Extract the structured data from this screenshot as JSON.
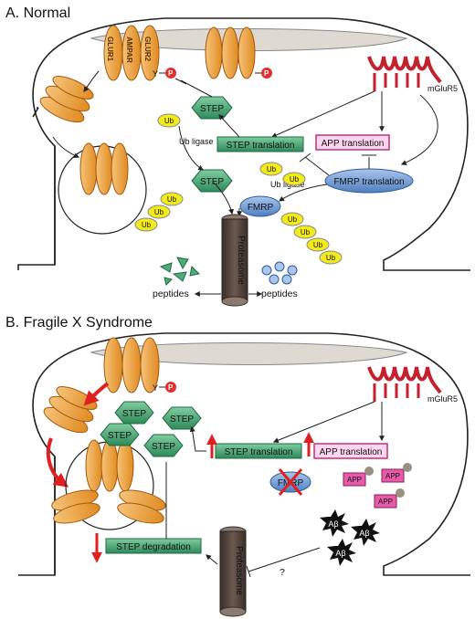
{
  "panel_a": {
    "title": "A. Normal",
    "receptor_glur1": "GLUR1",
    "receptor_glur2": "GLUR2",
    "receptor_ampar": "AMPAR",
    "mglur5": "mGluR5",
    "step": "STEP",
    "step_translation": "STEP translation",
    "app_translation": "APP translation",
    "fmrp_translation": "FMRP translation",
    "fmrp": "FMRP",
    "ub": "Ub",
    "ub_ligase": "Ub ligase",
    "proteasome": "Proteasome",
    "peptides": "peptides",
    "phospho": "P",
    "tyrosine": "Y"
  },
  "panel_b": {
    "title": "B. Fragile X Syndrome",
    "mglur5": "mGluR5",
    "step": "STEP",
    "step_translation": "STEP translation",
    "app_translation": "APP translation",
    "fmrp": "FMRP",
    "app": "APP",
    "abeta": "Aβ",
    "step_degradation": "STEP degradation",
    "proteasome": "Proteasome",
    "question": "?",
    "phospho": "P",
    "tyrosine": "Y"
  },
  "colors": {
    "ampar": "#f0a040",
    "step": "#4daa7a",
    "step_box": "#3f9e6c",
    "app_box": "#e65aa8",
    "fmrp": "#7aa3d8",
    "ub": "#f2ea1a",
    "mglur5": "#c4212e",
    "proteasome": "#4a3b34",
    "phospho": "#e03030",
    "red_arrow": "#e02020",
    "abeta": "#111111",
    "membrane_fill": "#dedad2"
  }
}
